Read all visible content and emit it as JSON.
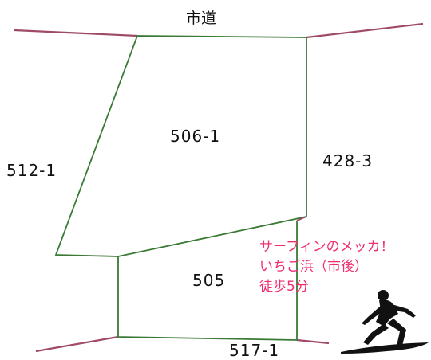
{
  "map": {
    "road_label": "市道",
    "parcels": [
      {
        "id": "parcel-506-1",
        "label": "506-1"
      },
      {
        "id": "parcel-512-1",
        "label": "512-1"
      },
      {
        "id": "parcel-428-3",
        "label": "428-3"
      },
      {
        "id": "parcel-505",
        "label": "505"
      },
      {
        "id": "parcel-517-1",
        "label": "517-1"
      }
    ],
    "promo": {
      "line1": "サーフィンのメッカ！",
      "line2": "いちご浜（市後）",
      "line3": "徒歩5分",
      "color": "#ee2f6f"
    },
    "colors": {
      "parcel_outline": "#3a7a35",
      "road_edge": "#a04a6a",
      "text": "#111111",
      "surfer": "#111111"
    },
    "icons": [
      "surfer-icon"
    ]
  }
}
